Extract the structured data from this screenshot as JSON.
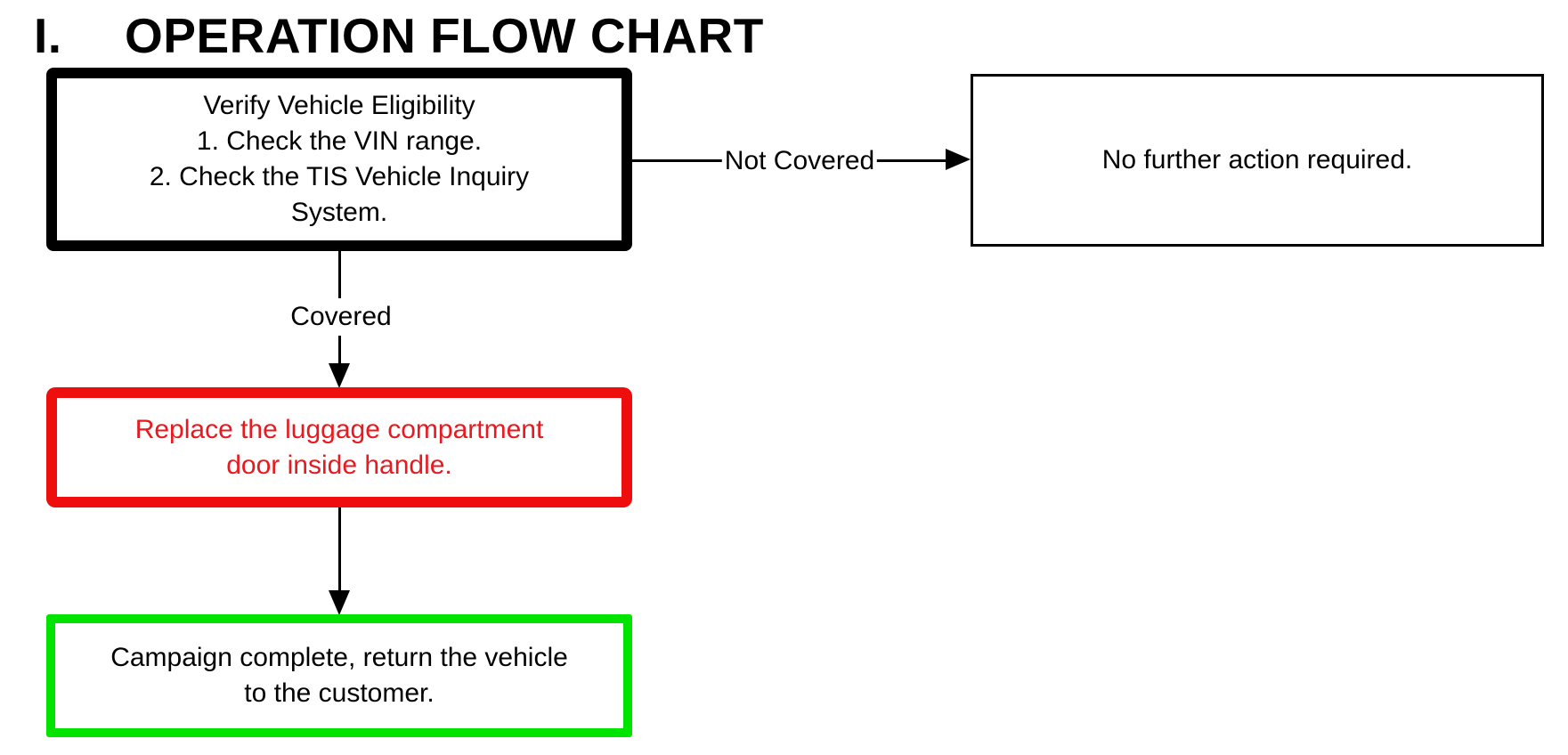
{
  "title": {
    "numeral": "I.",
    "text": "OPERATION FLOW CHART"
  },
  "flowchart": {
    "verify_box": {
      "text": "Verify Vehicle Eligibility\n1. Check the VIN range.\n2. Check the TIS Vehicle Inquiry\nSystem.",
      "border_color": "#000000",
      "text_color": "#000000"
    },
    "no_action_box": {
      "text": "No further action required.",
      "border_color": "#000000",
      "text_color": "#000000"
    },
    "replace_box": {
      "text": "Replace the luggage compartment\ndoor inside handle.",
      "border_color": "#ee0e0e",
      "text_color": "#e8191f"
    },
    "complete_box": {
      "text": "Campaign complete, return the vehicle\nto the customer.",
      "border_color": "#00e400",
      "text_color": "#000000"
    },
    "connectors": {
      "not_covered_label": "Not Covered",
      "covered_label": "Covered"
    }
  }
}
